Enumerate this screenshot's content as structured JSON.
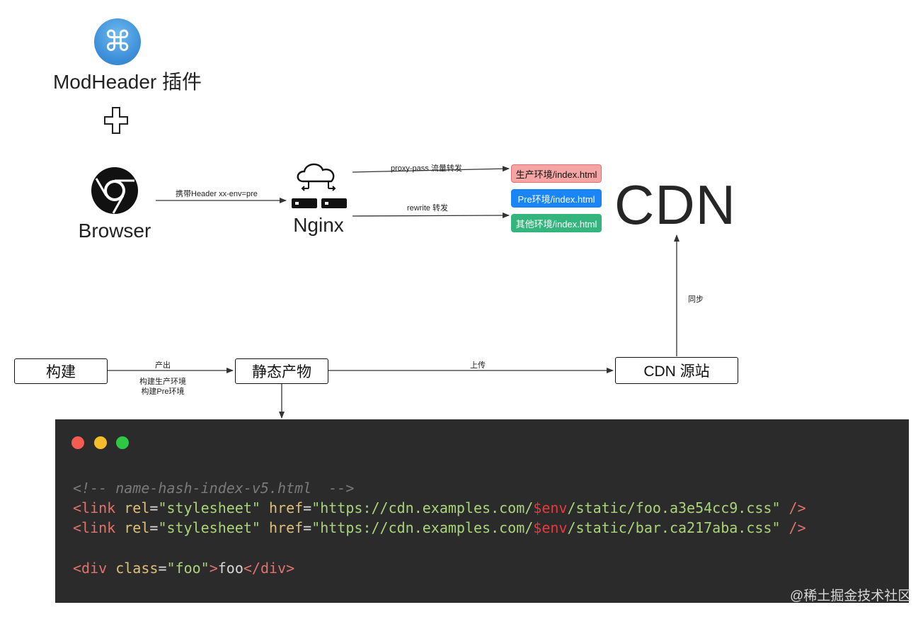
{
  "plugin": {
    "title": "ModHeader 插件"
  },
  "browser": {
    "label": "Browser"
  },
  "nginx": {
    "label": "Nginx"
  },
  "edges": {
    "browser_to_nginx": "携带Header xx-env=pre",
    "proxy_pass": "proxy-pass 流量转发",
    "rewrite": "rewrite 转发",
    "sync": "同步",
    "produce": "产出",
    "build_notes": [
      "构建生产环境",
      "构建Pre环境"
    ],
    "upload": "上传"
  },
  "environments": [
    {
      "label": "生产环境/index.html",
      "color": "#f6a5a5"
    },
    {
      "label": "Pre环境/index.html",
      "color": "#1a86f5"
    },
    {
      "label": "其他环境/index.html",
      "color": "#34b57e"
    }
  ],
  "cdn": {
    "title": "CDN",
    "origin_label": "CDN 源站"
  },
  "flow": {
    "build": "构建",
    "static_artifacts": "静态产物"
  },
  "code": {
    "comment": "<!-- name-hash-index-v5.html  -->",
    "link_tag_open": "<link",
    "attr_rel": "rel",
    "rel_value": "\"stylesheet\"",
    "attr_href": "href",
    "url_prefix": "\"https://cdn.examples.com/",
    "var": "$env",
    "url_suffix_1": "/static/foo.a3e54cc9.css\"",
    "url_suffix_2": "/static/bar.ca217aba.css\"",
    "self_close": "/>",
    "div_open": "<div",
    "attr_class": "class",
    "class_value": "\"foo\"",
    "gt": ">",
    "div_text": "foo",
    "div_close": "</div>",
    "eq": "="
  },
  "watermark": "@稀土掘金技术社区"
}
